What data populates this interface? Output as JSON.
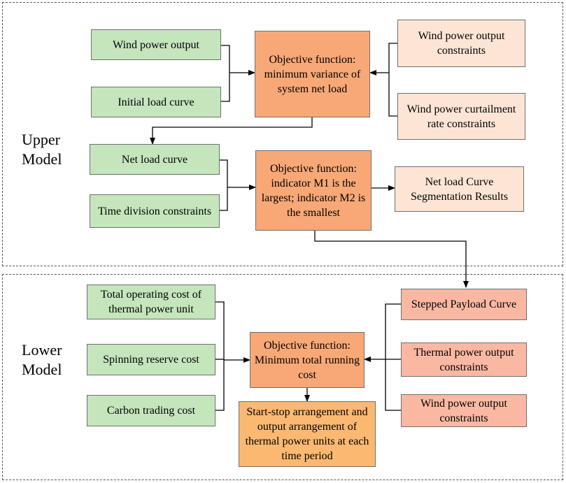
{
  "regions": {
    "upper_label": "Upper\nModel",
    "lower_label": "Lower\nModel"
  },
  "upper": {
    "wind_power_output": "Wind power output",
    "initial_load_curve": "Initial load curve",
    "objective_1": "Objective function: minimum variance of system net load",
    "wind_output_constraints": "Wind power output constraints",
    "curtailment_constraints": "Wind power curtailment  rate constraints",
    "net_load_curve": "Net load curve",
    "time_division_constraints": "Time division constraints",
    "objective_2": "Objective function: indicator M1 is the largest; indicator M2 is the smallest",
    "segmentation_results": "Net load Curve Segmentation Results"
  },
  "lower": {
    "total_operating_cost": "Total operating cost of thermal power unit",
    "spinning_reserve_cost": "Spinning reserve cost",
    "carbon_trading_cost": "Carbon trading cost",
    "objective_3": "Objective function: Minimum total running cost",
    "stepped_payload_curve": "Stepped Payload Curve",
    "thermal_output_constraints": "Thermal power output constraints",
    "wind_output_constraints": "Wind power output constraints",
    "result_arrangement": "Start-stop arrangement and output arrangement of thermal power units at each time period"
  },
  "colors": {
    "input_green": "#c5e5bd",
    "objective_orange": "#f8a876",
    "constraint_peach": "#fde5d5",
    "constraint_pink": "#fab8a3",
    "result_amber": "#fbb871"
  }
}
